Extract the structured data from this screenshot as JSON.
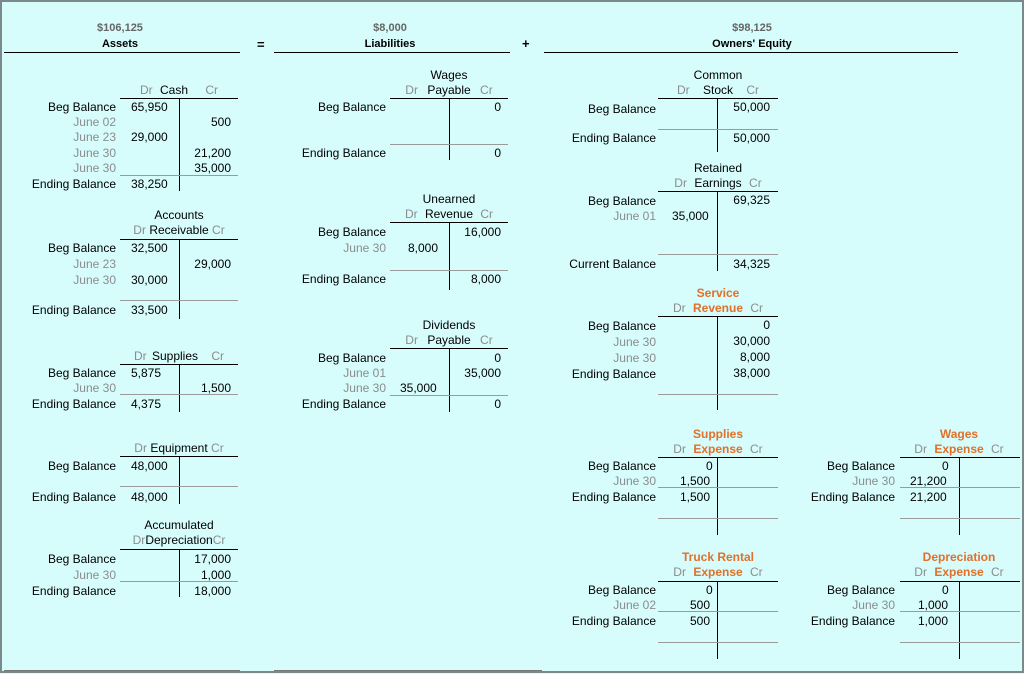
{
  "header": {
    "assets_total": "$106,125",
    "assets_label": "Assets",
    "equals": "=",
    "liabilities_total": "$8,000",
    "liabilities_label": "Liabilities",
    "plus": "+",
    "equity_total": "$98,125",
    "equity_label": "Owners' Equity"
  },
  "common": {
    "dr": "Dr",
    "cr": "Cr"
  },
  "accounts": {
    "cash": {
      "title": [
        "Cash"
      ],
      "rows": [
        {
          "label": "Beg Balance",
          "dr": "65,950",
          "cr": ""
        },
        {
          "label": "June 02",
          "dr": "",
          "cr": "500"
        },
        {
          "label": "June 23",
          "dr": "29,000",
          "cr": ""
        },
        {
          "label": "June 30",
          "dr": "",
          "cr": "21,200"
        },
        {
          "label": "June 30",
          "dr": "",
          "cr": "35,000"
        },
        {
          "label": "Ending Balance",
          "dr": "38,250",
          "cr": ""
        }
      ]
    },
    "ar": {
      "title": [
        "Accounts",
        "Receivable"
      ],
      "rows": [
        {
          "label": "Beg Balance",
          "dr": "32,500",
          "cr": ""
        },
        {
          "label": "June 23",
          "dr": "",
          "cr": "29,000"
        },
        {
          "label": "June 30",
          "dr": "30,000",
          "cr": ""
        },
        {
          "label": "Ending Balance",
          "dr": "33,500",
          "cr": ""
        }
      ]
    },
    "supplies": {
      "title": [
        "Supplies"
      ],
      "rows": [
        {
          "label": "Beg Balance",
          "dr": "5,875",
          "cr": ""
        },
        {
          "label": "June 30",
          "dr": "",
          "cr": "1,500"
        },
        {
          "label": "Ending Balance",
          "dr": "4,375",
          "cr": ""
        }
      ]
    },
    "equipment": {
      "title": [
        "Equipment"
      ],
      "rows": [
        {
          "label": "Beg Balance",
          "dr": "48,000",
          "cr": ""
        },
        {
          "label": "Ending Balance",
          "dr": "48,000",
          "cr": ""
        }
      ]
    },
    "accum_dep": {
      "title": [
        "Accumulated",
        "Depreciation"
      ],
      "rows": [
        {
          "label": "Beg Balance",
          "dr": "",
          "cr": "17,000"
        },
        {
          "label": "June 30",
          "dr": "",
          "cr": "1,000"
        },
        {
          "label": "Ending Balance",
          "dr": "",
          "cr": "18,000"
        }
      ]
    },
    "wages_payable": {
      "title": [
        "Wages",
        "Payable"
      ],
      "rows": [
        {
          "label": "Beg Balance",
          "dr": "",
          "cr": "0"
        },
        {
          "label": "Ending Balance",
          "dr": "",
          "cr": "0"
        }
      ]
    },
    "unearned_revenue": {
      "title": [
        "Unearned",
        "Revenue"
      ],
      "rows": [
        {
          "label": "Beg Balance",
          "dr": "",
          "cr": "16,000"
        },
        {
          "label": "June 30",
          "dr": "8,000",
          "cr": ""
        },
        {
          "label": "Ending Balance",
          "dr": "",
          "cr": "8,000"
        }
      ]
    },
    "dividends_payable": {
      "title": [
        "Dividends",
        "Payable"
      ],
      "rows": [
        {
          "label": "Beg Balance",
          "dr": "",
          "cr": "0"
        },
        {
          "label": "June 01",
          "dr": "",
          "cr": "35,000"
        },
        {
          "label": "June 30",
          "dr": "35,000",
          "cr": ""
        },
        {
          "label": "Ending Balance",
          "dr": "",
          "cr": "0"
        }
      ]
    },
    "common_stock": {
      "title": [
        "Common",
        "Stock"
      ],
      "rows": [
        {
          "label": "Beg Balance",
          "dr": "",
          "cr": "50,000"
        },
        {
          "label": "Ending Balance",
          "dr": "",
          "cr": "50,000"
        }
      ]
    },
    "retained_earnings": {
      "title": [
        "Retained",
        "Earnings"
      ],
      "rows": [
        {
          "label": "Beg Balance",
          "dr": "",
          "cr": "69,325"
        },
        {
          "label": "June 01",
          "dr": "35,000",
          "cr": ""
        },
        {
          "label": "Current Balance",
          "dr": "",
          "cr": "34,325"
        }
      ]
    },
    "service_revenue": {
      "title": [
        "Service",
        "Revenue"
      ],
      "rows": [
        {
          "label": "Beg Balance",
          "dr": "",
          "cr": "0"
        },
        {
          "label": "June 30",
          "dr": "",
          "cr": "30,000"
        },
        {
          "label": "June 30",
          "dr": "",
          "cr": "8,000"
        },
        {
          "label": "Ending Balance",
          "dr": "",
          "cr": "38,000"
        }
      ]
    },
    "supplies_expense": {
      "title": [
        "Supplies",
        "Expense"
      ],
      "rows": [
        {
          "label": "Beg Balance",
          "dr": "0",
          "cr": ""
        },
        {
          "label": "June 30",
          "dr": "1,500",
          "cr": ""
        },
        {
          "label": "Ending Balance",
          "dr": "1,500",
          "cr": ""
        }
      ]
    },
    "wages_expense": {
      "title": [
        "Wages",
        "Expense"
      ],
      "rows": [
        {
          "label": "Beg Balance",
          "dr": "0",
          "cr": ""
        },
        {
          "label": "June 30",
          "dr": "21,200",
          "cr": ""
        },
        {
          "label": "Ending Balance",
          "dr": "21,200",
          "cr": ""
        }
      ]
    },
    "truck_rental_expense": {
      "title": [
        "Truck Rental",
        "Expense"
      ],
      "rows": [
        {
          "label": "Beg Balance",
          "dr": "0",
          "cr": ""
        },
        {
          "label": "June 02",
          "dr": "500",
          "cr": ""
        },
        {
          "label": "Ending Balance",
          "dr": "500",
          "cr": ""
        }
      ]
    },
    "depreciation_expense": {
      "title": [
        "Depreciation",
        "Expense"
      ],
      "rows": [
        {
          "label": "Beg Balance",
          "dr": "0",
          "cr": ""
        },
        {
          "label": "June 30",
          "dr": "1,000",
          "cr": ""
        },
        {
          "label": "Ending Balance",
          "dr": "1,000",
          "cr": ""
        }
      ]
    }
  },
  "colors": {
    "background": "#d6fcfc",
    "highlight": "#e0702a",
    "muted": "#8c8c8c"
  }
}
